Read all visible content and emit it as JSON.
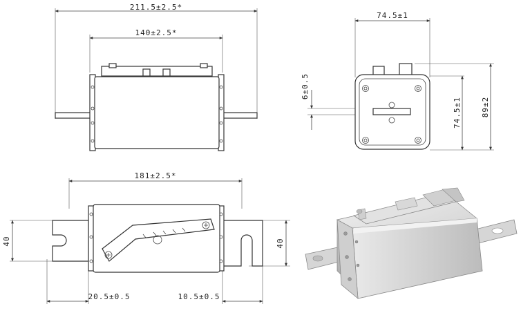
{
  "drawing": {
    "top_view": {
      "overall_length": "211.5±2.5*",
      "contact_spacing": "140±2.5*"
    },
    "side_view": {
      "overall_length": "181±2.5*",
      "left_blade_length": "20.5±0.5",
      "right_blade_length": "10.5±0.5",
      "left_blade_width": "40",
      "right_blade_width": "40"
    },
    "end_view": {
      "width": "74.5±1",
      "blade_thickness": "6±0.5",
      "body_height": "74.5±1",
      "overall_height": "89±2"
    },
    "render_3d": {
      "colors": {
        "body_light": "#e6e6e6",
        "body_mid": "#c8c8c8",
        "body_dark": "#a8a8a8",
        "blade": "#d4d4d4"
      }
    }
  }
}
